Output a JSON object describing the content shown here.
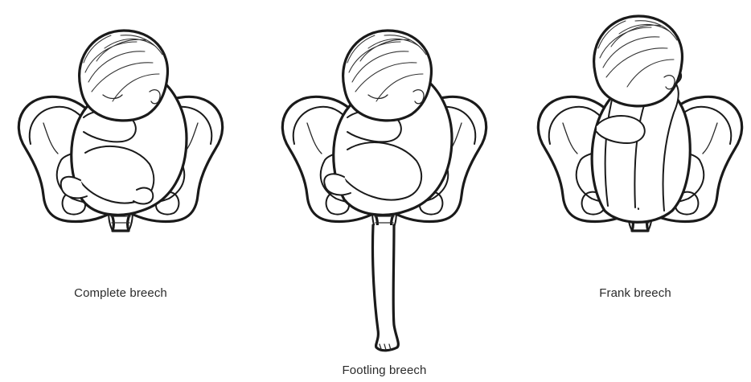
{
  "panels": [
    {
      "id": "complete",
      "caption": "Complete breech"
    },
    {
      "id": "footling",
      "caption": "Footling breech"
    },
    {
      "id": "frank",
      "caption": "Frank breech"
    }
  ],
  "colors": {
    "line": "#1a1a1a",
    "background": "#ffffff",
    "caption": "#2b2b2b"
  }
}
